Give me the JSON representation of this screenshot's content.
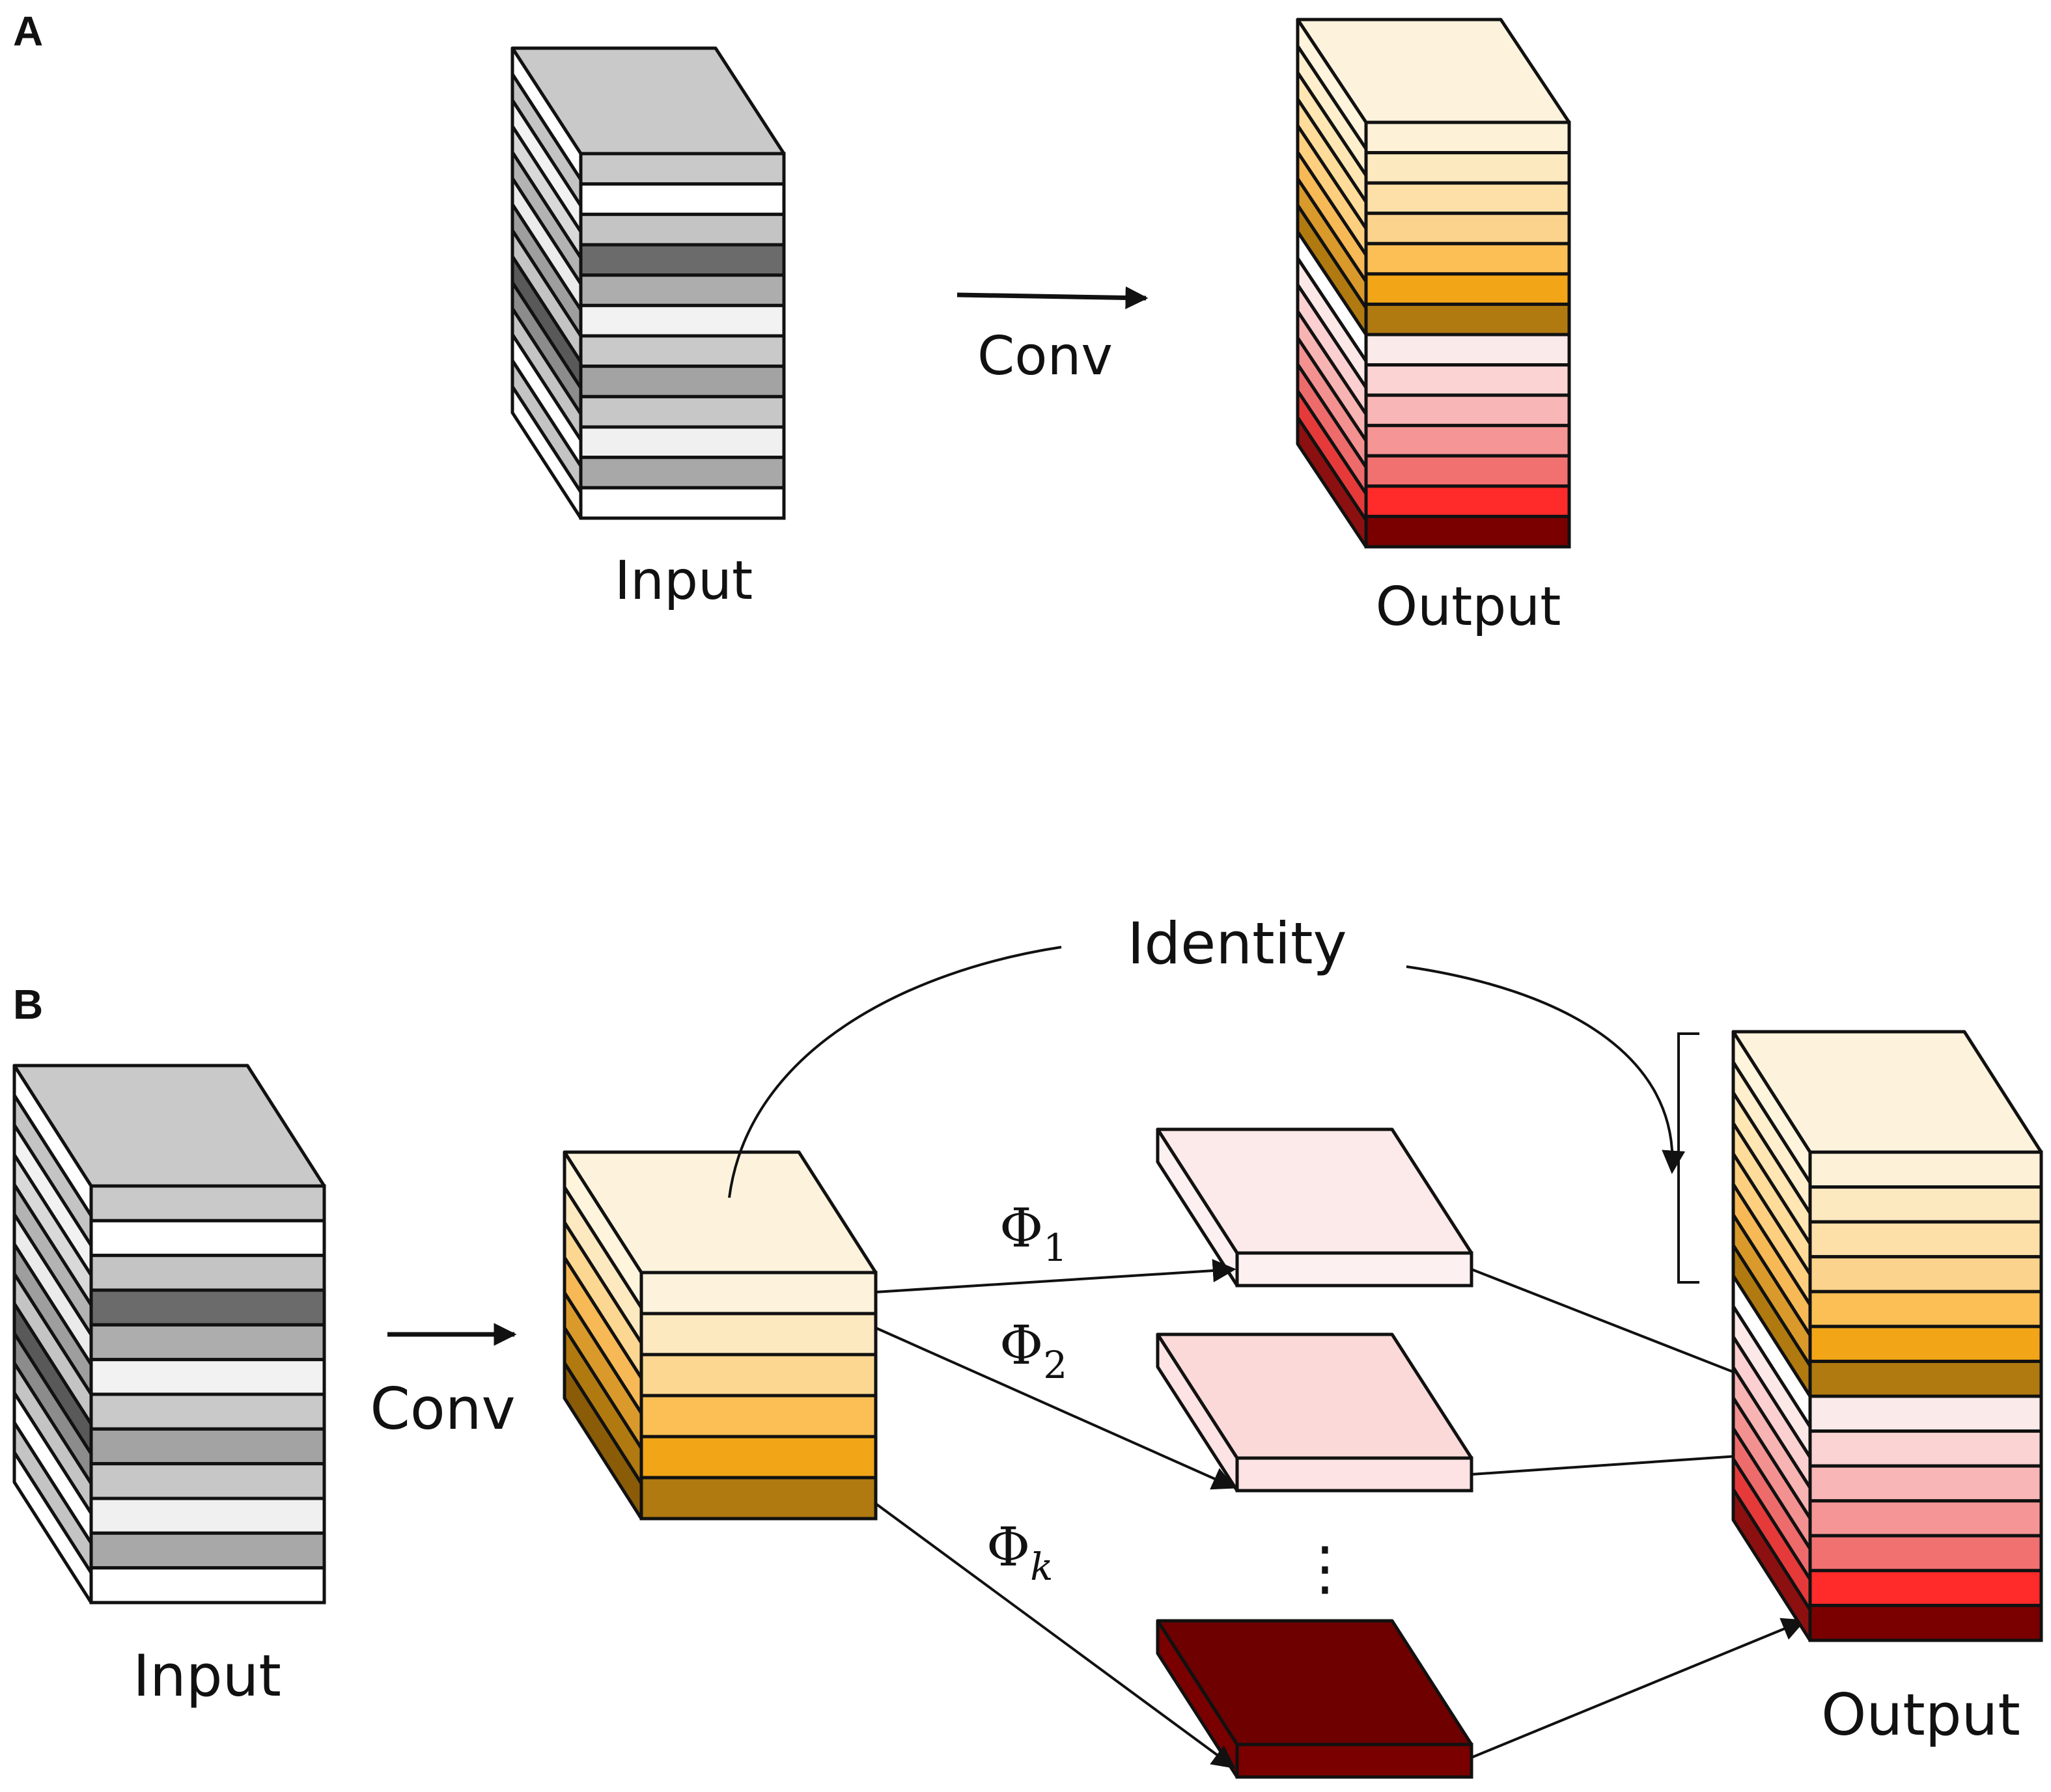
{
  "panel_a": {
    "letter": "A",
    "input_label": "Input",
    "output_label": "Output",
    "conv_label": "Conv",
    "input_side": [
      "#ffffff",
      "#c4c4c4",
      "#f2f2f2",
      "#d9d9d9",
      "#b3b3b3",
      "#ebebeb",
      "#9e9e9e",
      "#c4c4c4",
      "#595959",
      "#8c8c8c",
      "#c4c4c4",
      "#ffffff",
      "#c4c4c4",
      "#ffffff"
    ],
    "input_front": [
      "#c9c9c9",
      "#ffffff",
      "#c4c4c4",
      "#6b6b6b",
      "#adadad",
      "#f2f2f2",
      "#c9c9c9",
      "#a3a3a3",
      "#c7c7c7",
      "#f0f0f0",
      "#a8a8a8",
      "#ffffff"
    ],
    "input_top": "#c9c9c9",
    "output_side": [
      "#fff4dc",
      "#ffefcc",
      "#ffe6b3",
      "#ffdc9a",
      "#ffcf80",
      "#f6b955",
      "#d99a2b",
      "#b07a10",
      "#ffffff",
      "#fde8e8",
      "#fcd0d0",
      "#f8b3b3",
      "#f39191",
      "#ee6b6b",
      "#e63a3a",
      "#8c1010"
    ],
    "output_front": [
      "#fdf2d8",
      "#fde9c0",
      "#fde0a8",
      "#fcd38c",
      "#fbbf55",
      "#f2a516",
      "#b07a10",
      "#fbeaea",
      "#fbd3d3",
      "#f9b6b6",
      "#f69595",
      "#f17070",
      "#ff2a2a",
      "#7a0000"
    ],
    "output_top": "#fdf3dc"
  },
  "panel_b": {
    "letter": "B",
    "input_label": "Input",
    "output_label": "Output",
    "conv_label": "Conv",
    "identity_label": "Identity",
    "phi_symbol": "Φ",
    "phi_subscripts": [
      "1",
      "2",
      "k"
    ],
    "ellipsis": "⋮",
    "mid_front": [
      "#fdf3dc",
      "#fde9c0",
      "#fcd791",
      "#fbbf55",
      "#f2a516",
      "#b07a10"
    ],
    "mid_side": [
      "#fff4dc",
      "#fde9c0",
      "#fcd791",
      "#f6b955",
      "#d99a2b",
      "#b07a10",
      "#8a5c08"
    ],
    "mid_top": "#fdf3dc",
    "slab_colors": [
      "#fce9e9",
      "#fbd9d9",
      "#6e0000"
    ],
    "slab_side_colors": [
      "#fdf0f0",
      "#fde3e3",
      "#7a0000"
    ]
  },
  "colors": {
    "stroke": "#111111",
    "background": "#ffffff"
  }
}
